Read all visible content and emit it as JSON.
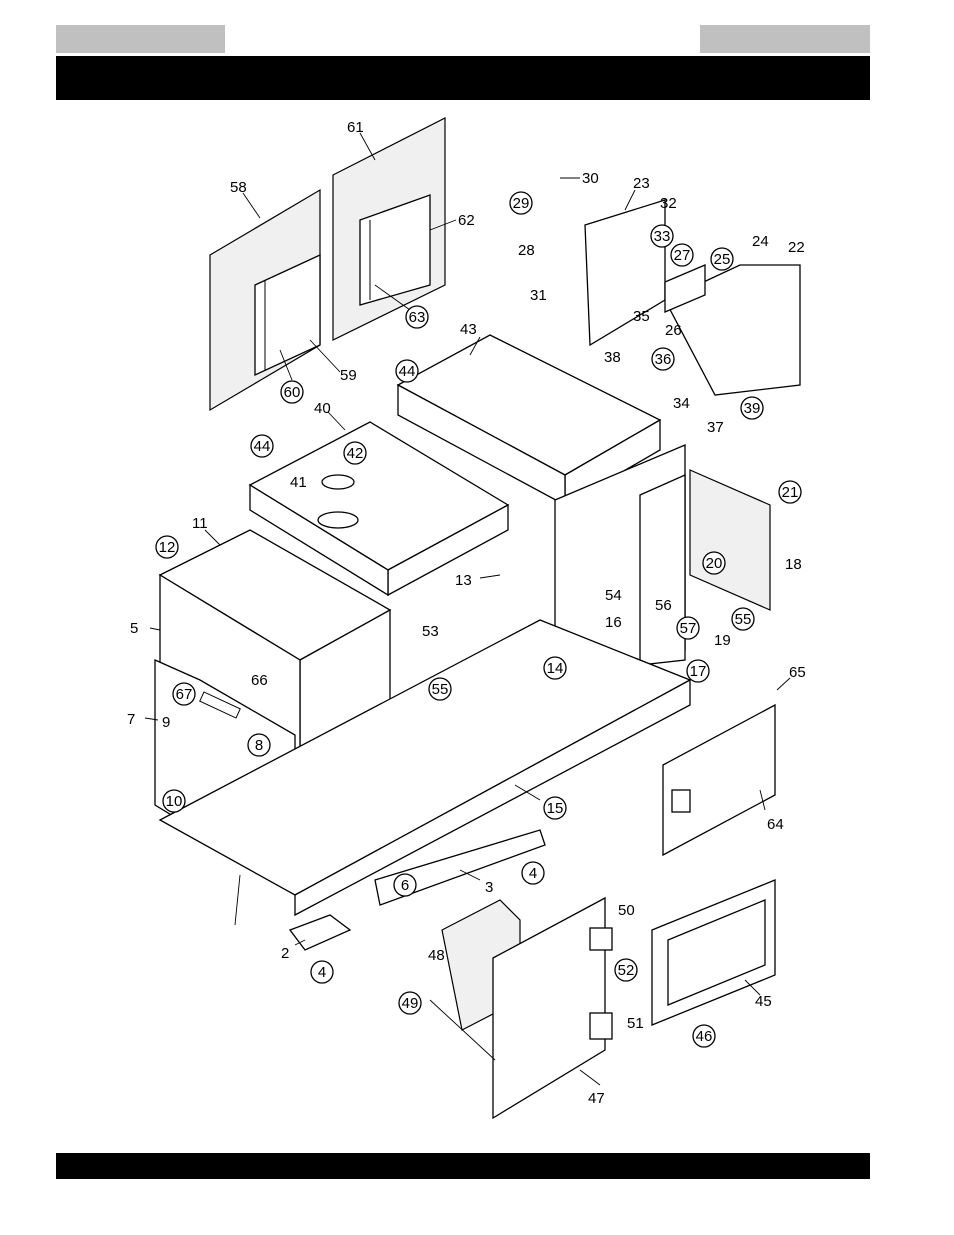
{
  "header": {
    "left_tab": "",
    "right_tab": "",
    "title": ""
  },
  "footer": {
    "text": ""
  },
  "callouts": {
    "c2": "2",
    "c3": "3",
    "c4a": "4",
    "c4b": "4",
    "c5": "5",
    "c6": "6",
    "c7": "7",
    "c8": "8",
    "c9": "9",
    "c10": "10",
    "c11": "11",
    "c12": "12",
    "c13": "13",
    "c14": "14",
    "c15": "15",
    "c16": "16",
    "c17": "17",
    "c18": "18",
    "c19": "19",
    "c20": "20",
    "c21": "21",
    "c22": "22",
    "c23": "23",
    "c24": "24",
    "c25": "25",
    "c26": "26",
    "c27": "27",
    "c28": "28",
    "c29": "29",
    "c30": "30",
    "c31": "31",
    "c32": "32",
    "c33": "33",
    "c34": "34",
    "c35": "35",
    "c36": "36",
    "c37": "37",
    "c38": "38",
    "c39": "39",
    "c40": "40",
    "c41": "41",
    "c42": "42",
    "c43": "43",
    "c44a": "44",
    "c44b": "44",
    "c45": "45",
    "c46": "46",
    "c47": "47",
    "c48": "48",
    "c49": "49",
    "c50": "50",
    "c51": "51",
    "c52": "52",
    "c53": "53",
    "c54": "54",
    "c55a": "55",
    "c55b": "55",
    "c56": "56",
    "c57": "57",
    "c58": "58",
    "c59": "59",
    "c60": "60",
    "c61": "61",
    "c62": "62",
    "c63": "63",
    "c64": "64",
    "c65": "65",
    "c66": "66",
    "c67": "67"
  }
}
